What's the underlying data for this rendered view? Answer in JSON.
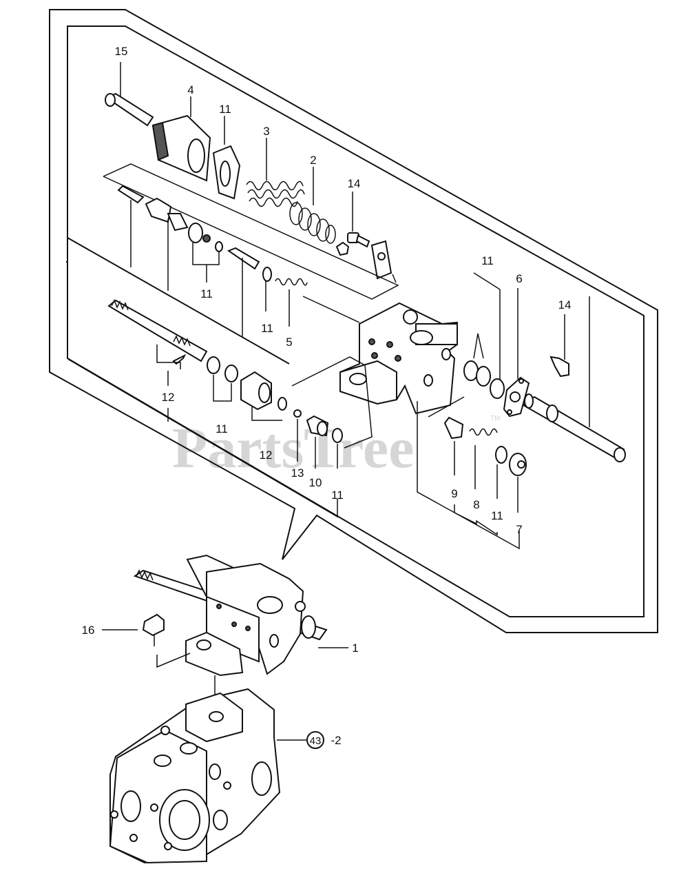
{
  "watermark": {
    "text": "PartsTree",
    "trademark": "TM"
  },
  "callouts": {
    "c15": "15",
    "c4": "4",
    "c11a": "11",
    "c3": "3",
    "c2": "2",
    "c14a": "14",
    "c11b": "11",
    "c6": "6",
    "c14b": "14",
    "c11c": "11",
    "c11d": "11",
    "c5": "5",
    "c12a": "12",
    "c11e": "11",
    "c12b": "12",
    "c13": "13",
    "c10": "10",
    "c11f": "11",
    "c9": "9",
    "c8": "8",
    "c11g": "11",
    "c7": "7",
    "c16": "16",
    "c1": "1",
    "c43": "43",
    "c43suffix": "-2"
  }
}
